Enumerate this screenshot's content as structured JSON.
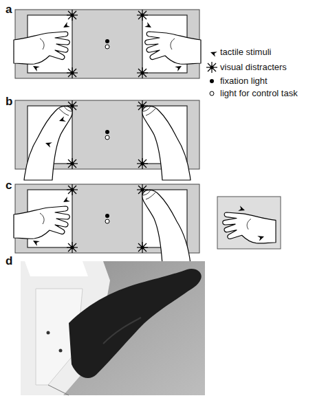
{
  "diagram": {
    "labels": [
      "a",
      "b",
      "c",
      "d"
    ],
    "legend": [
      {
        "text": "tactile stimuli"
      },
      {
        "text": "visual distracters"
      },
      {
        "text": "fixation light"
      },
      {
        "text": "light for control task"
      }
    ]
  }
}
